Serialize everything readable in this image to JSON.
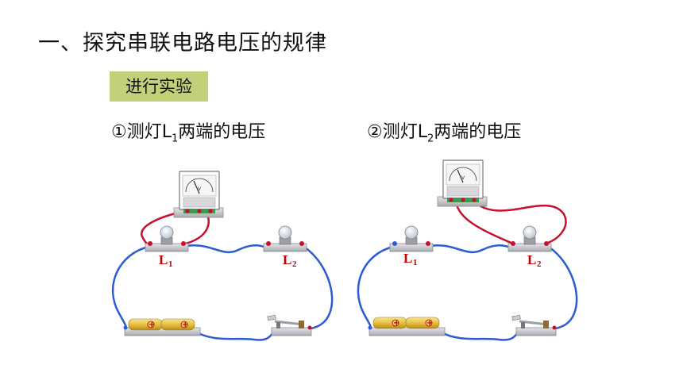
{
  "title": "一、探究串联电路电压的规律",
  "badge": "进行实验",
  "experiments": [
    {
      "prefix": "①测灯L",
      "sub": "1",
      "suffix": "两端的电压"
    },
    {
      "prefix": "②测灯L",
      "sub": "2",
      "suffix": "两端的电压"
    }
  ],
  "lamps": [
    {
      "letter": "L",
      "sub": "1"
    },
    {
      "letter": "L",
      "sub": "2"
    }
  ],
  "meter_unit": "V",
  "colors": {
    "wire_blue": "#2c5bd4",
    "wire_red": "#c8102e",
    "battery_gold": "#e8c040",
    "badge_bg": "#c2d07a",
    "lamp_label": "#c00000"
  }
}
